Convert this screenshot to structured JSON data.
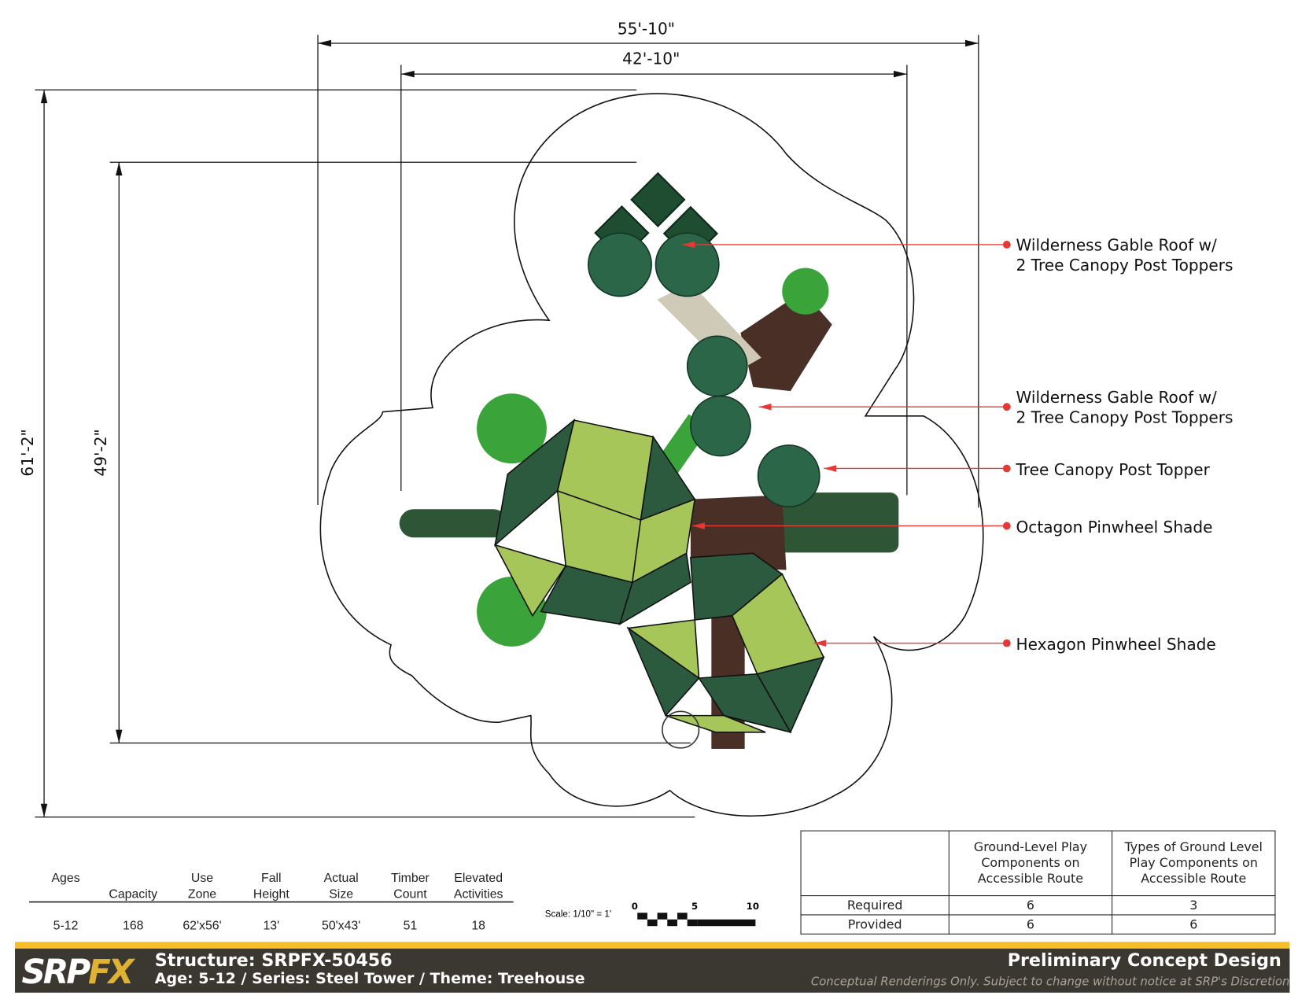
{
  "dimensions": {
    "overall_width": "55'-10\"",
    "play_width": "42'-10\"",
    "overall_depth": "61'-2\"",
    "play_depth": "49'-2\""
  },
  "callouts": [
    {
      "line1": "Wilderness Gable Roof w/",
      "line2": "2 Tree Canopy Post Toppers"
    },
    {
      "line1": "Wilderness Gable Roof w/",
      "line2": "2 Tree Canopy Post Toppers"
    },
    {
      "line1": "Tree Canopy Post Topper"
    },
    {
      "line1": "Octagon Pinwheel Shade"
    },
    {
      "line1": "Hexagon Pinwheel Shade"
    }
  ],
  "specs": {
    "headers": [
      [
        "",
        "Ages"
      ],
      [
        "",
        "Capacity"
      ],
      [
        "Use",
        "Zone"
      ],
      [
        "Fall",
        "Height"
      ],
      [
        "Actual",
        "Size"
      ],
      [
        "Timber",
        "Count"
      ],
      [
        "Elevated",
        "Activities"
      ]
    ],
    "values": [
      "5-12",
      "168",
      "62'x56'",
      "13'",
      "50'x43'",
      "51",
      "18"
    ]
  },
  "scale": {
    "label": "Scale: 1/10\" = 1'",
    "ticks": [
      "0",
      "5",
      "10"
    ]
  },
  "ada_table": {
    "col_headers": [
      "",
      "Ground-Level Play Components on Accessible Route",
      "Types of Ground Level Play Components on Accessible Route"
    ],
    "rows": [
      {
        "label": "Required",
        "values": [
          "6",
          "3"
        ]
      },
      {
        "label": "Provided",
        "values": [
          "6",
          "6"
        ]
      }
    ]
  },
  "footer": {
    "logo": "SRPFX",
    "structure": "Structure: SRPFX-50456",
    "details": "Age: 5-12 / Series: Steel Tower / Theme: Treehouse",
    "status": "Preliminary Concept Design",
    "disclaimer": "Conceptual Renderings Only. Subject to change without notice at SRP's Discretion"
  },
  "colors": {
    "accent": "#f5be28",
    "footer_bg": "#3b3731",
    "leader": "#e53935",
    "shade_dark": "#2c5a3e",
    "shade_light": "#a6c65a",
    "deck": "#4a2f26"
  }
}
